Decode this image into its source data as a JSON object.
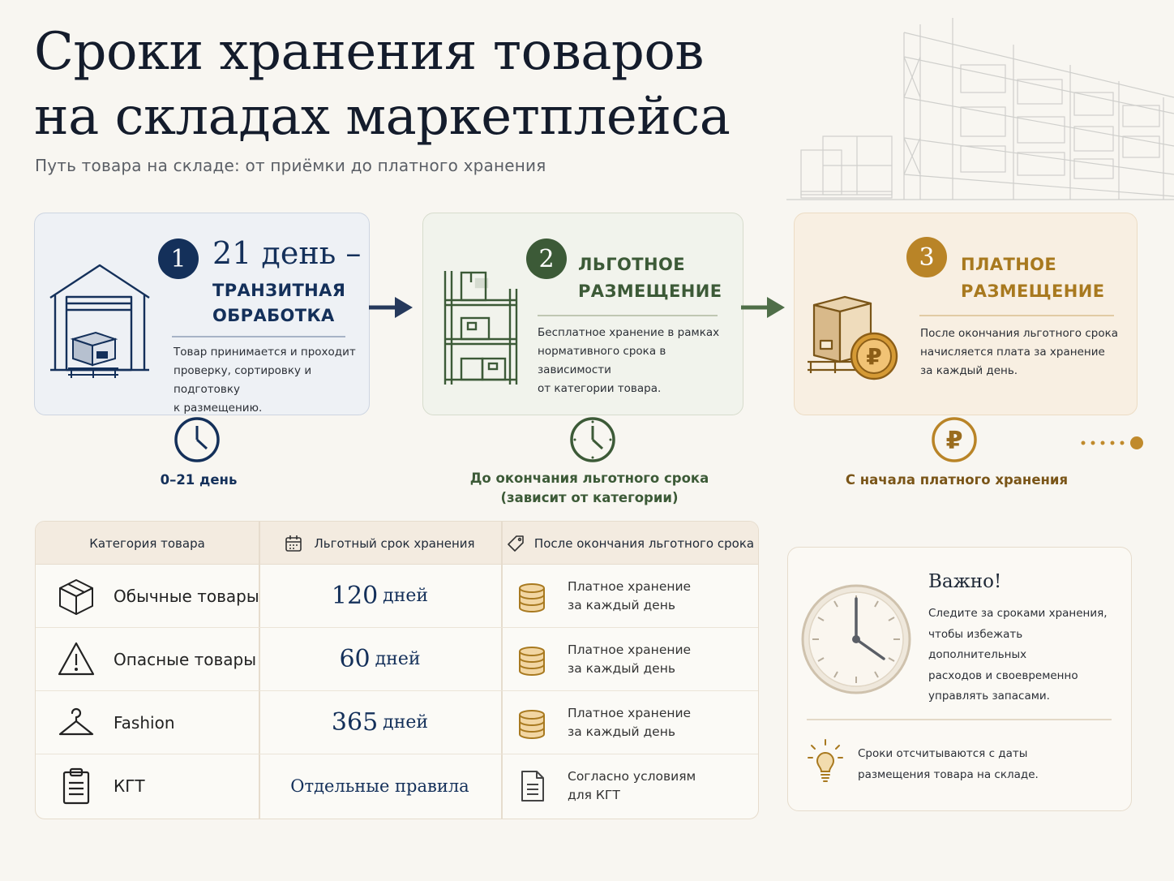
{
  "header": {
    "title_line1": "Сроки хранения товаров",
    "title_line2": "на складах маркетплейса",
    "subtitle": "Путь товара на складе: от приёмки до платного хранения"
  },
  "steps": [
    {
      "number": "1",
      "headline": "21 день –",
      "label_line1": "ТРАНЗИТНАЯ",
      "label_line2": "ОБРАБОТКА",
      "desc_lines": [
        "Товар принимается и проходит",
        "проверку, сортировку и подготовку",
        "к размещению."
      ],
      "icon": "warehouse-icon",
      "color": "#14305a"
    },
    {
      "number": "2",
      "label_line1": "ЛЬГОТНОЕ",
      "label_line2": "РАЗМЕЩЕНИЕ",
      "desc_lines": [
        "Бесплатное хранение в рамках",
        "нормативного срока в зависимости",
        "от категории товара."
      ],
      "icon": "shelving-icon",
      "color": "#3c5a37"
    },
    {
      "number": "3",
      "label_line1": "ПЛАТНОЕ",
      "label_line2": "РАЗМЕЩЕНИЕ",
      "desc_lines": [
        "После окончания льготного срока",
        "начисляется плата за хранение",
        "за каждый день."
      ],
      "icon": "box-ruble-coin-icon",
      "color": "#b98427"
    }
  ],
  "timeline": {
    "labels": [
      {
        "line1": "0–21 день",
        "line2": ""
      },
      {
        "line1": "До окончания льготного срока",
        "line2": "(зависит от категории)"
      },
      {
        "line1": "С начала платного хранения",
        "line2": ""
      }
    ],
    "markers": [
      "clock-icon",
      "clock-icon",
      "ruble-icon"
    ],
    "colors": {
      "navy": "#14305a",
      "green": "#3c5a37",
      "gold": "#c08a2c"
    }
  },
  "table": {
    "headers": [
      "Категория товара",
      "Льготный срок хранения",
      "После окончания льготного срока"
    ],
    "header_icons": [
      "",
      "calendar-icon",
      "tag-icon"
    ],
    "rows": [
      {
        "category": "Обычные товары",
        "icon": "box-icon",
        "term_num": "120",
        "term_unit": "дней",
        "after_line1": "Платное хранение",
        "after_line2": "за каждый день",
        "after_icon": "coins-icon"
      },
      {
        "category": "Опасные товары",
        "icon": "warning-icon",
        "term_num": "60",
        "term_unit": "дней",
        "after_line1": "Платное хранение",
        "after_line2": "за каждый день",
        "after_icon": "coins-icon"
      },
      {
        "category": "Fashion",
        "icon": "hanger-icon",
        "term_num": "365",
        "term_unit": "дней",
        "after_line1": "Платное хранение",
        "after_line2": "за каждый день",
        "after_icon": "coins-icon"
      },
      {
        "category": "КГТ",
        "icon": "clipboard-icon",
        "term_rule": "Отдельные правила",
        "after_line1": "Согласно условиям",
        "after_line2": "для КГТ",
        "after_icon": "document-icon"
      }
    ]
  },
  "important": {
    "title": "Важно!",
    "text_lines": [
      "Следите за сроками хранения,",
      "чтобы избежать дополнительных",
      "расходов и своевременно",
      "управлять запасами."
    ],
    "note_lines": [
      "Сроки отсчитываются с даты",
      "размещения товара на складе."
    ],
    "icons": [
      "wall-clock-icon",
      "lightbulb-icon"
    ]
  }
}
